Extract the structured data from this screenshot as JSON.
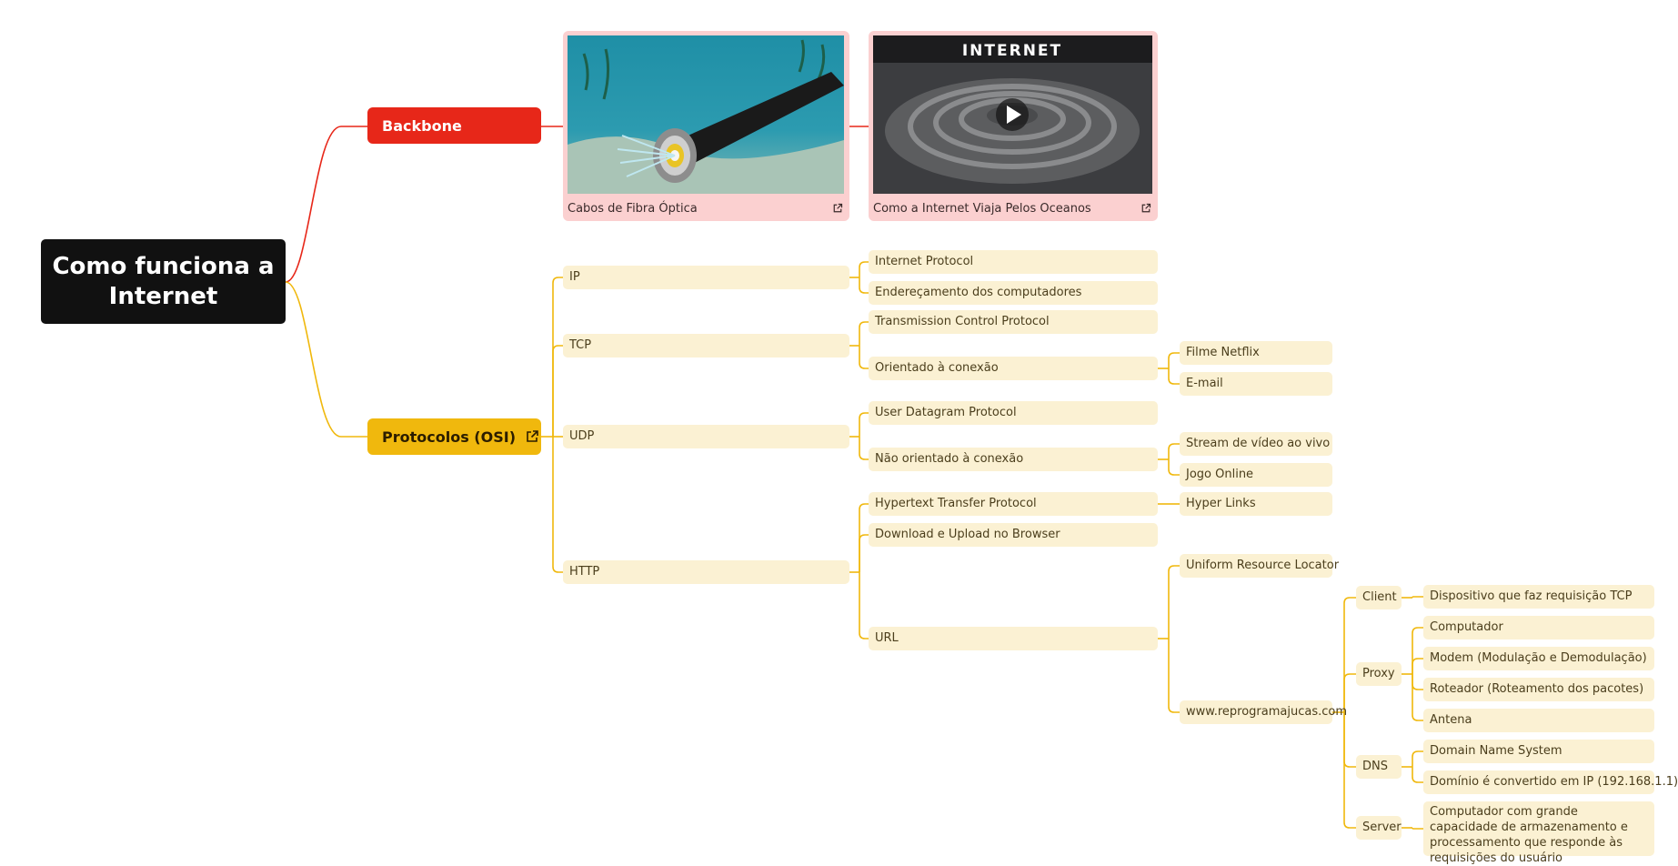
{
  "root": {
    "title": "Como funciona a Internet"
  },
  "branches": {
    "backbone": {
      "label": "Backbone",
      "color": "#e72719"
    },
    "protocols": {
      "label": "Protocolos (OSI)",
      "color": "#f0b80d",
      "icon": "external-link-icon"
    }
  },
  "cards": [
    {
      "caption": "Cabos de Fibra Óptica",
      "image": "undersea-fiber-cable-photo",
      "icon": "external-link-icon"
    },
    {
      "caption": "Como a Internet Viaja Pelos Oceanos",
      "image": "video-thumbnail-cable-spool",
      "overlay_text": "INTERNET",
      "icon": "external-link-icon"
    }
  ],
  "protocols": {
    "ip": {
      "label": "IP",
      "children": [
        "Internet Protocol",
        "Endereçamento dos computadores"
      ]
    },
    "tcp": {
      "label": "TCP",
      "children": [
        "Transmission Control Protocol",
        "Orientado à conexão"
      ],
      "connection_examples": [
        "Filme Netflix",
        "E-mail"
      ]
    },
    "udp": {
      "label": "UDP",
      "children": [
        "User Datagram Protocol",
        "Não orientado à conexão"
      ],
      "connectionless_examples": [
        "Stream de vídeo ao vivo",
        "Jogo Online"
      ]
    },
    "http": {
      "label": "HTTP",
      "children": [
        "Hypertext Transfer Protocol",
        "Download e Upload no Browser",
        "URL"
      ],
      "hypertext_child": "Hyper Links",
      "url": {
        "children": [
          "Uniform Resource Locator",
          "www.reprogramajucas.com"
        ],
        "domain": {
          "client": {
            "label": "Client",
            "children": [
              "Dispositivo que faz requisição TCP"
            ]
          },
          "proxy": {
            "label": "Proxy",
            "children": [
              "Computador",
              "Modem (Modulação e Demodulação)",
              "Roteador (Roteamento dos pacotes)",
              "Antena"
            ]
          },
          "dns": {
            "label": "DNS",
            "children": [
              "Domain Name System",
              "Domínio é convertido em IP (192.168.1.1)"
            ]
          },
          "server": {
            "label": "Server",
            "children": [
              "Computador com grande capacidade de armazenamento e processamento que responde às requisições do usuário"
            ]
          }
        }
      }
    }
  },
  "colors": {
    "leaf_bg": "#fbf1d3",
    "line_yellow": "#f0b80d",
    "line_red": "#e72719",
    "card_bg": "#fbd0d0"
  }
}
